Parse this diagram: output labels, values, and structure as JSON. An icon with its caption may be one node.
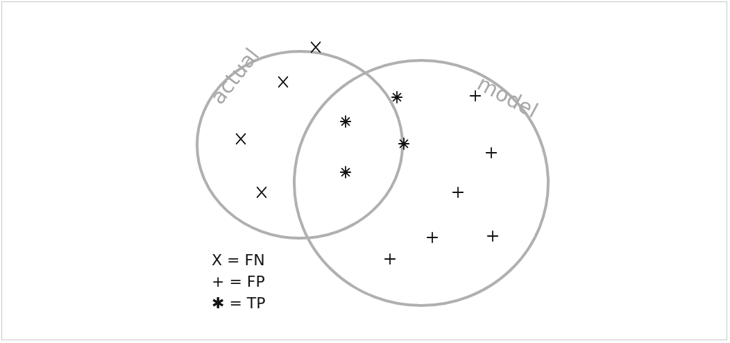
{
  "diagram": {
    "nodes": [
      {
        "text": [
          "actual"
        ]
      },
      {
        "text": [
          "model"
        ]
      }
    ],
    "edges": [],
    "legend": [
      {
        "text": "X = FN"
      },
      {
        "text": "+ = FP"
      },
      {
        "text": "✱ = TP"
      }
    ]
  }
}
